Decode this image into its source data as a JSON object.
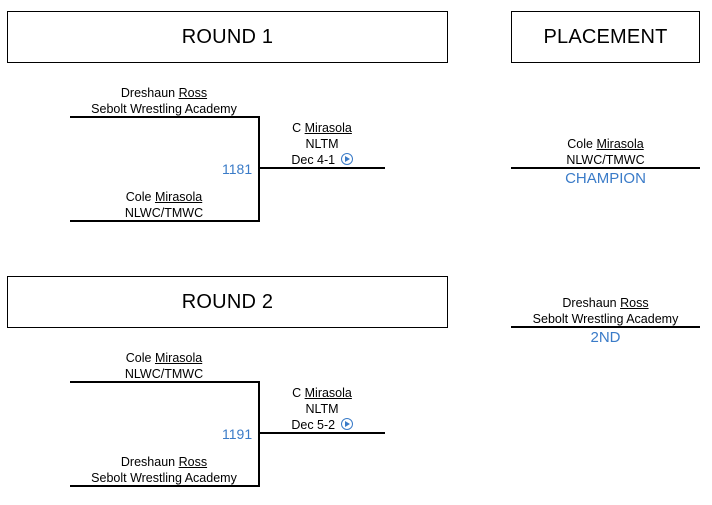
{
  "headers": {
    "round1": "ROUND 1",
    "placement": "PLACEMENT",
    "round2": "ROUND 2"
  },
  "round1": {
    "top": {
      "first": "Dreshaun",
      "last": "Ross",
      "team": "Sebolt Wrestling Academy"
    },
    "bottom": {
      "first": "Cole",
      "last": "Mirasola",
      "team": "NLWC/TMWC"
    },
    "bout": "1181",
    "winner": {
      "first": "C",
      "last": "Mirasola",
      "team": "NLTM",
      "result": "Dec 4-1"
    }
  },
  "round2": {
    "top": {
      "first": "Cole",
      "last": "Mirasola",
      "team": "NLWC/TMWC"
    },
    "bottom": {
      "first": "Dreshaun",
      "last": "Ross",
      "team": "Sebolt Wrestling Academy"
    },
    "bout": "1191",
    "winner": {
      "first": "C",
      "last": "Mirasola",
      "team": "NLTM",
      "result": "Dec 5-2"
    }
  },
  "placement": {
    "first": {
      "first": "Cole",
      "last": "Mirasola",
      "team": "NLWC/TMWC",
      "label": "CHAMPION"
    },
    "second": {
      "first": "Dreshaun",
      "last": "Ross",
      "team": "Sebolt Wrestling Academy",
      "label": "2ND"
    }
  },
  "icons": {
    "video": "play-circle-icon"
  },
  "colors": {
    "accent": "#3a7bc8"
  }
}
